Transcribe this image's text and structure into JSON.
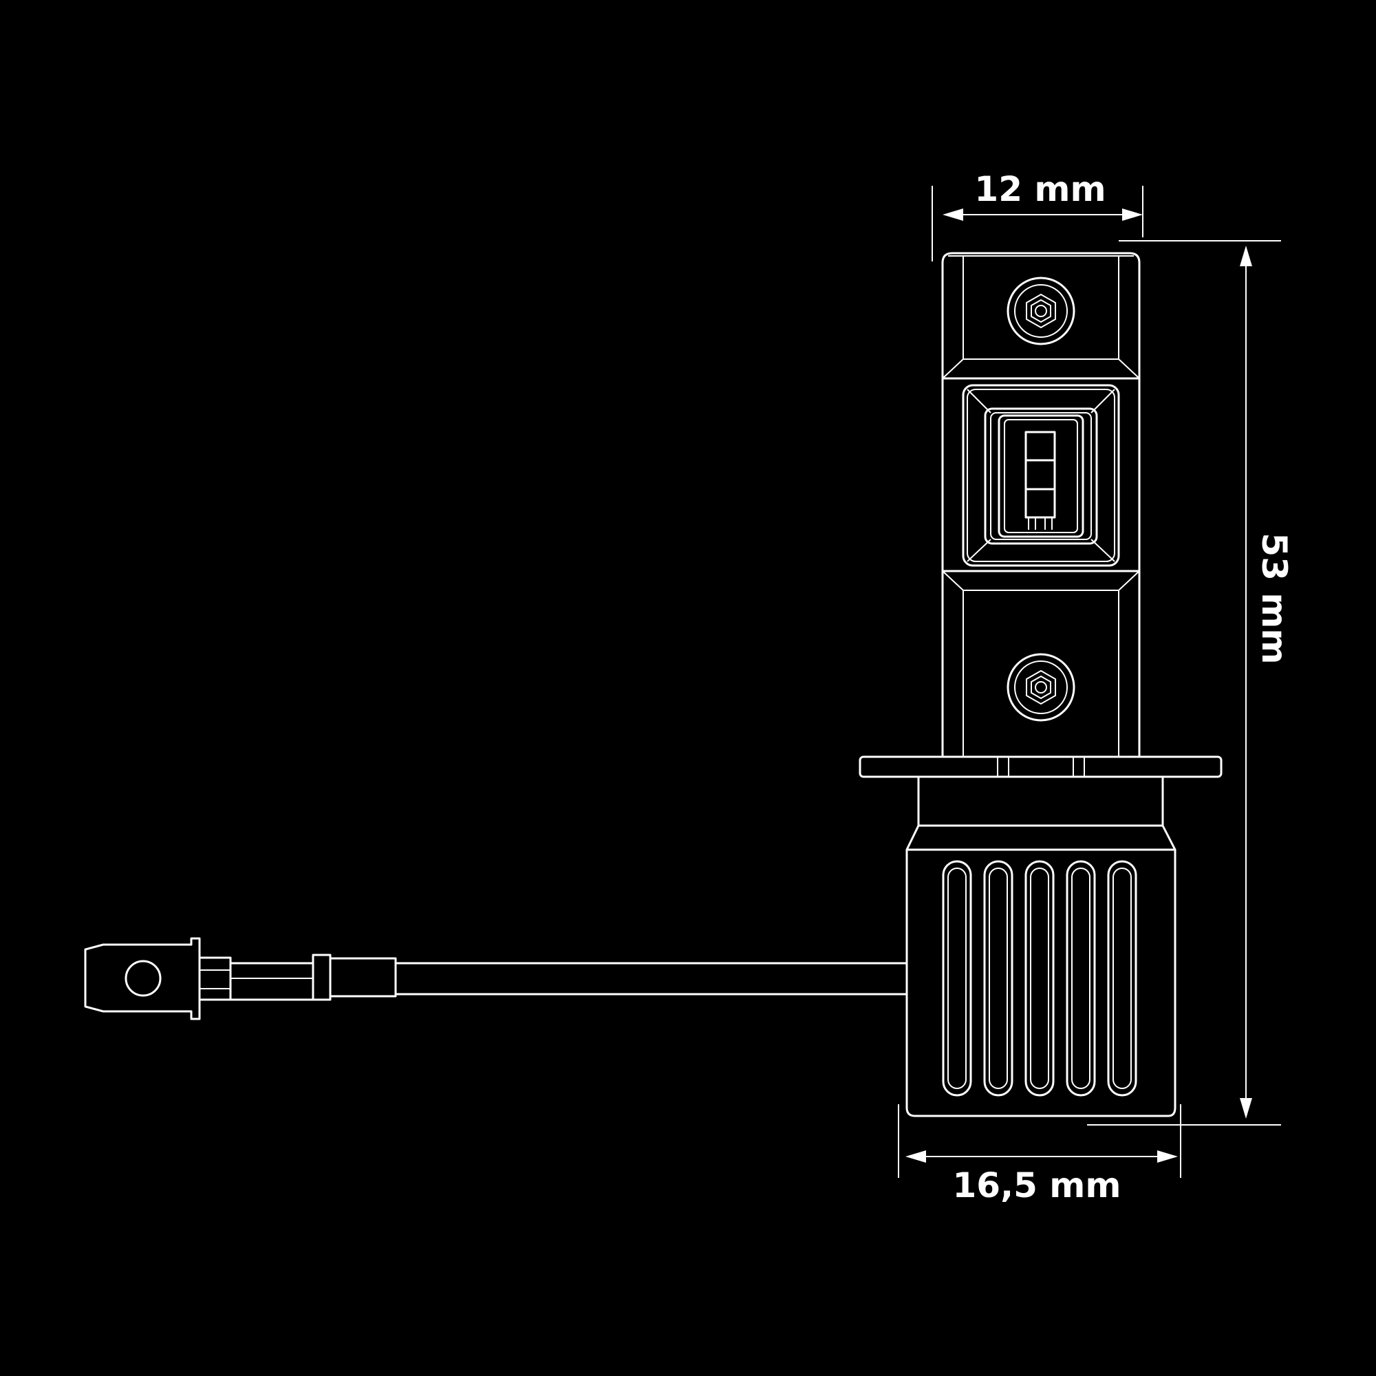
{
  "colors": {
    "background": "#000000",
    "line": "#ffffff"
  },
  "dimensions": {
    "top_width": "12 mm",
    "height": "53 mm",
    "base_width": "16,5 mm"
  }
}
